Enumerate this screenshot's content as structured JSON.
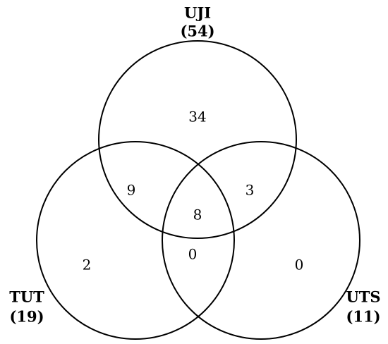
{
  "diagram": {
    "type": "venn-3",
    "colors": {
      "stroke": "#000000",
      "background": "#ffffff"
    },
    "sets": [
      {
        "name": "UJI",
        "count_label": "(54)"
      },
      {
        "name": "TUT",
        "count_label": "(19)"
      },
      {
        "name": "UTS",
        "count_label": "(11)"
      }
    ],
    "regions": {
      "uji_only": "34",
      "tut_only": "2",
      "uts_only": "0",
      "uji_tut": "9",
      "uji_uts": "3",
      "tut_uts": "0",
      "all_three": "8"
    }
  }
}
